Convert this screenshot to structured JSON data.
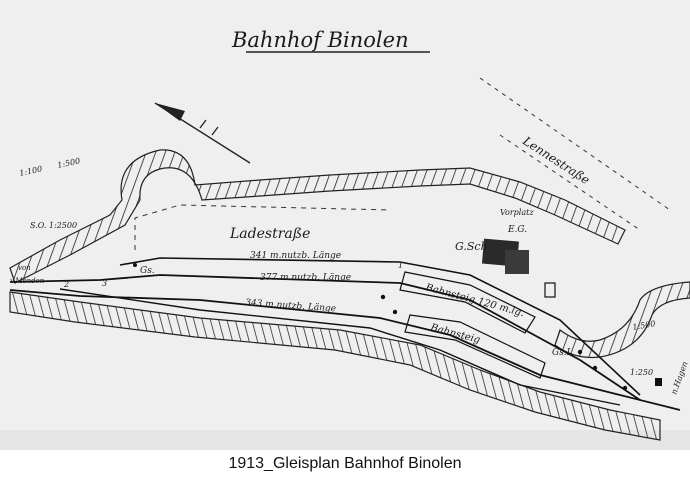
{
  "plan": {
    "title": "Bahnhof Binolen",
    "labels": {
      "ladestrasse": "Ladestraße",
      "lennestrasse": "Lennestraße",
      "vorplatz": "Vorplatz",
      "vorplatz_sub": "E.G.",
      "gs_left": "Gs.",
      "gs_sch": "G.Sch",
      "gs_right": "Gs.I.",
      "bahnsteig_upper": "Bahnsteig 120 m.lg.",
      "bahnsteig_lower": "Bahnsteig",
      "track1_length": "341 m.nutzb. Länge",
      "track2_length": "377 m.nutzb. Länge",
      "track3_length": "343 m.nutzb. Länge",
      "scale_left_top": "1:100",
      "scale_left_top2": "1:500",
      "scale_left_so": "S.O. 1:2500",
      "scale_right": "1:500",
      "scale_right2": "1:250",
      "left_margin_top": "von",
      "left_margin_bottom": "v.Menden",
      "right_margin": "n.Hagen",
      "num_1": "1",
      "num_2": "2",
      "num_3": "3"
    }
  },
  "caption": "1913_Gleisplan Bahnhof Binolen"
}
